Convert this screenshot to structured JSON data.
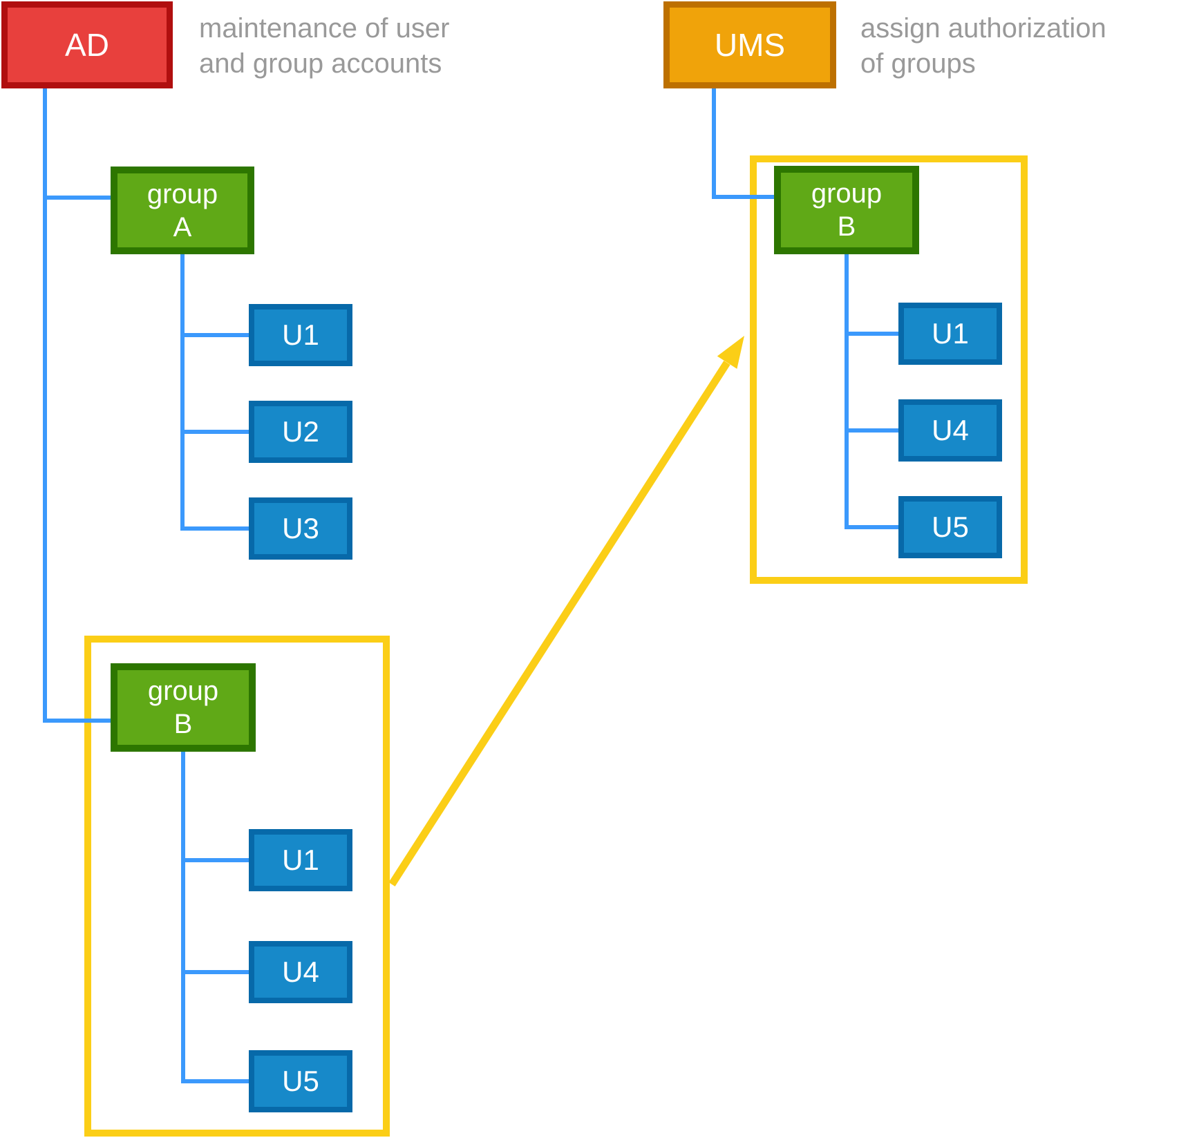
{
  "palette": {
    "red_fill": "#E8403D",
    "red_border": "#B00F0F",
    "orange_fill": "#F0A30A",
    "orange_border": "#BD7000",
    "green_fill": "#60A917",
    "green_border": "#2D7600",
    "blue_fill": "#1789C9",
    "blue_border": "#0769A9",
    "connector_blue": "#3B99FC",
    "highlight_yellow": "#FBCE17",
    "caption_gray": "#999999",
    "node_text": "#FFFFFF"
  },
  "ad": {
    "label": "AD",
    "caption": {
      "line1": "maintenance of user",
      "line2": "and group accounts"
    }
  },
  "ums": {
    "label": "UMS",
    "caption": {
      "line1": "assign authorization",
      "line2": "of groups"
    }
  },
  "ad_tree": {
    "group_a": {
      "name_line1": "group",
      "name_line2": "A",
      "users": [
        "U1",
        "U2",
        "U3"
      ]
    },
    "group_b": {
      "name_line1": "group",
      "name_line2": "B",
      "users": [
        "U1",
        "U4",
        "U5"
      ]
    }
  },
  "ums_tree": {
    "group_b": {
      "name_line1": "group",
      "name_line2": "B",
      "users": [
        "U1",
        "U4",
        "U5"
      ]
    }
  }
}
